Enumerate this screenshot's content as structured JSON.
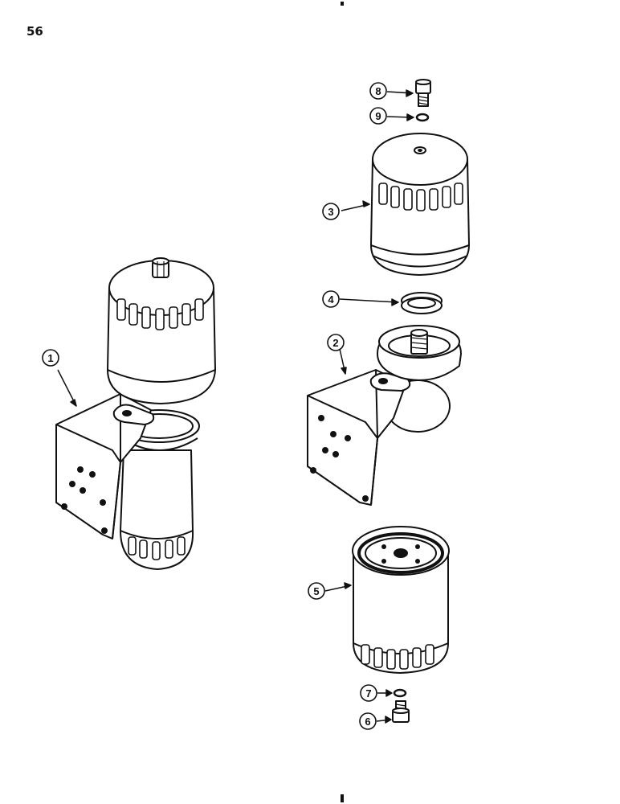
{
  "page": {
    "number": "56"
  },
  "callouts": [
    {
      "id": "callout-1",
      "label": "1"
    },
    {
      "id": "callout-2",
      "label": "2"
    },
    {
      "id": "callout-3",
      "label": "3"
    },
    {
      "id": "callout-4",
      "label": "4"
    },
    {
      "id": "callout-5",
      "label": "5"
    },
    {
      "id": "callout-6",
      "label": "6"
    },
    {
      "id": "callout-7",
      "label": "7"
    },
    {
      "id": "callout-8",
      "label": "8"
    },
    {
      "id": "callout-9",
      "label": "9"
    }
  ],
  "colors": {
    "ink": "#111111",
    "paper": "#ffffff"
  }
}
